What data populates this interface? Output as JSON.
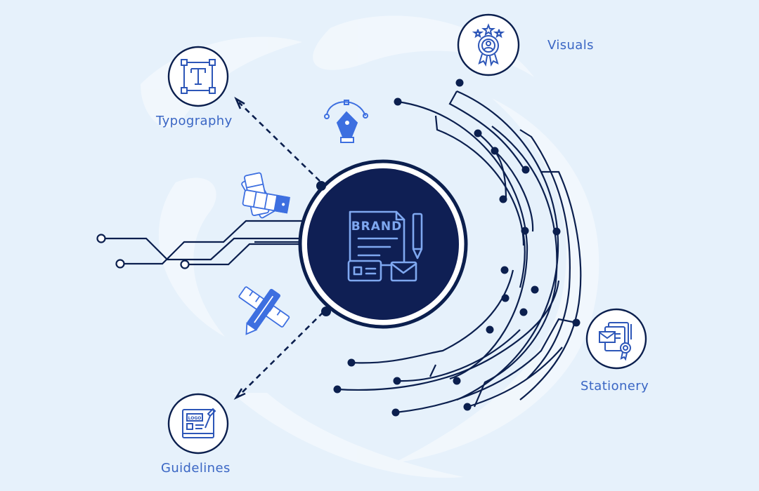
{
  "colors": {
    "background": "#e6f1fb",
    "navy": "#0b1f4e",
    "label_blue": "#3a66c4",
    "icon_blue": "#3d6fe0",
    "center_fill": "#0f1f54",
    "center_icon": "#7fa8f0"
  },
  "center": {
    "badge_text": "BRAND",
    "icon": "brand-kit-icon"
  },
  "nodes": [
    {
      "id": "typography",
      "label": "Typography",
      "icon": "text-frame-icon"
    },
    {
      "id": "visuals",
      "label": "Visuals",
      "icon": "award-badge-icon"
    },
    {
      "id": "stationery",
      "label": "Stationery",
      "icon": "documents-certificate-icon"
    },
    {
      "id": "guidelines",
      "label": "Guidelines",
      "icon": "logo-book-icon"
    }
  ],
  "decorations": {
    "logo_mark_text": "LOGO",
    "pen_tool": "pen-tool-icon",
    "swatches": "color-swatches-icon",
    "ruler_pencil": "ruler-pencil-icon"
  }
}
